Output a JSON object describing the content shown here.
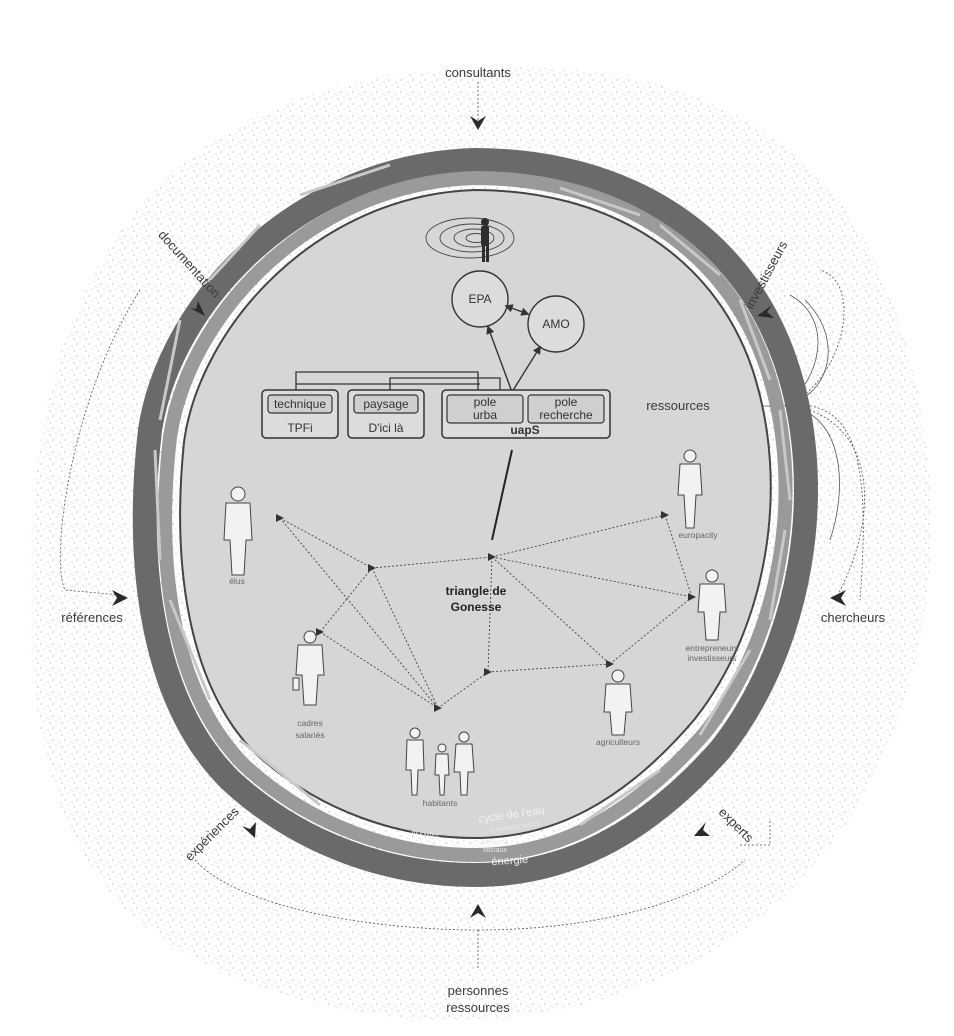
{
  "external_actors": {
    "consultants": "consultants",
    "documentation": "documentation",
    "investisseurs": "investisseurs",
    "ressources": "ressources",
    "references": "références",
    "chercheurs": "chercheurs",
    "experiences": "expériences",
    "experts": "experts",
    "personnes_line1": "personnes",
    "personnes_line2": "ressources"
  },
  "governance": {
    "epa": "EPA",
    "amo": "AMO",
    "box_tpfi_inner": "technique",
    "box_tpfi_label": "TPFi",
    "box_dici_inner": "paysage",
    "box_dici_label": "D'ici là",
    "box_uaps_inner1_l1": "pole",
    "box_uaps_inner1_l2": "urba",
    "box_uaps_inner2_l1": "pole",
    "box_uaps_inner2_l2": "recherche",
    "box_uaps_label": "uapS"
  },
  "center": {
    "line1": "triangle de",
    "line2": "Gonesse"
  },
  "stakeholders": {
    "elus": "élus",
    "europacity": "europacity",
    "entrepreneurs_l1": "entrepreneurs",
    "entrepreneurs_l2": "investisseurs",
    "agriculteurs": "agriculteurs",
    "habitants": "habitants",
    "cadres_l1": "cadres",
    "cadres_l2": "salariés"
  },
  "ring_labels": {
    "cycle_eau": "cycle de l'eau",
    "investissements": "investissements",
    "energie": "énergie",
    "services": "services",
    "sociaux": "sociaux",
    "mobilites": "mobilités"
  }
}
